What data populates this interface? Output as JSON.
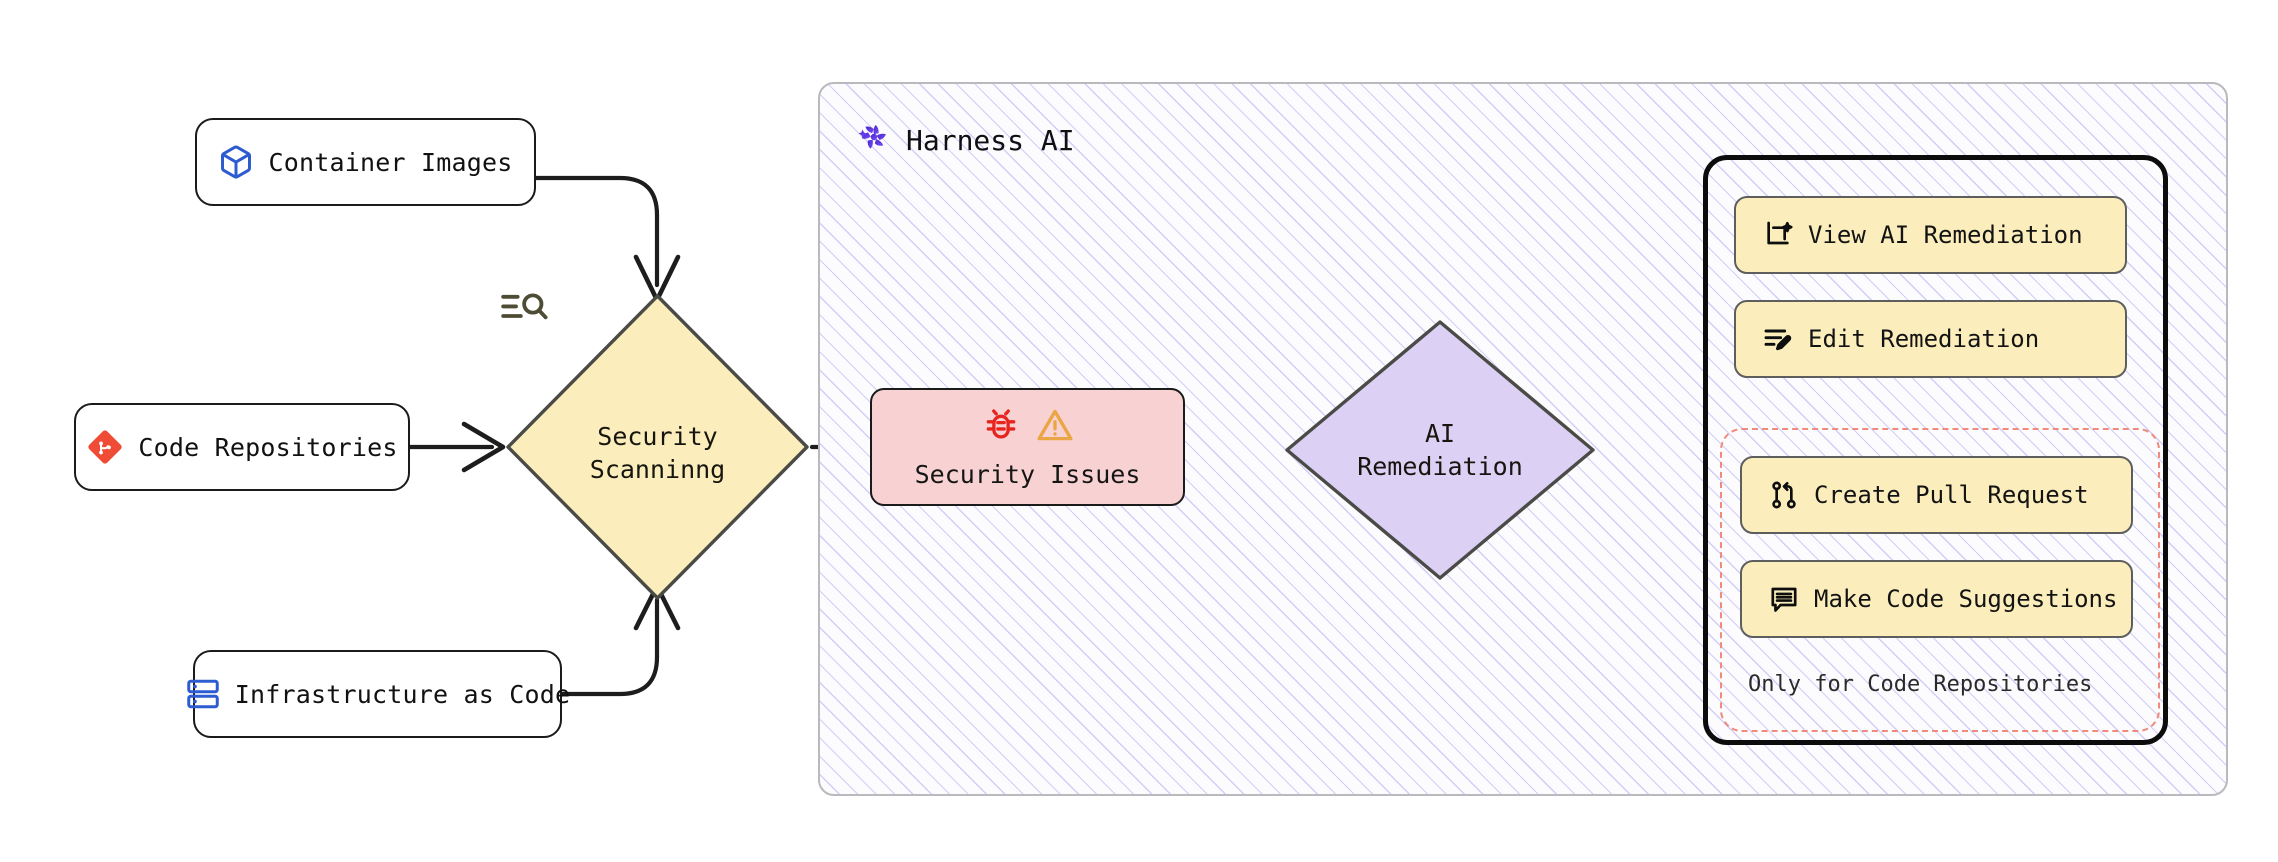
{
  "diagram": {
    "type": "flowchart",
    "title": "Harness AI security scanning and remediation flow",
    "colors": {
      "scan_fill": "#fbeebc",
      "issues_fill": "#f8d2d2",
      "ai_fill": "#ddd0f5",
      "button_fill": "#fbeebc",
      "dashed_border": "#ef8a7c",
      "panel_border": "#b9b9be",
      "hatch": "#8c82eb",
      "brand_purple": "#5b2ee6",
      "git_orange": "#ef4b35",
      "blue_icon": "#2d5bd0",
      "bug_red": "#e8241f",
      "warning_orange": "#eaa544"
    }
  },
  "sources": [
    {
      "label": "Container Images",
      "icon": "cube-icon"
    },
    {
      "label": "Code Repositories",
      "icon": "git-repository-icon"
    },
    {
      "label": "Infrastructure as Code",
      "icon": "server-icon"
    }
  ],
  "scan_node": {
    "line1": "Security",
    "line2": "Scanninng",
    "icon": "scan-search-icon",
    "shape": "diamond"
  },
  "issues_node": {
    "label": "Security Issues",
    "icons": [
      "bug-icon",
      "warning-triangle-icon"
    ],
    "shape": "rounded-rect"
  },
  "ai_node": {
    "line1": "AI",
    "line2": "Remediation",
    "shape": "diamond"
  },
  "harness_panel": {
    "title": "Harness AI",
    "logo": "harness-pinwheel-icon"
  },
  "actions": [
    {
      "label": "View AI Remediation",
      "icon": "preview-sparkle-icon",
      "restricted": false
    },
    {
      "label": "Edit Remediation",
      "icon": "edit-lines-pencil-icon",
      "restricted": false
    },
    {
      "label": "Create Pull Request",
      "icon": "pull-request-icon",
      "restricted": true
    },
    {
      "label": "Make Code Suggestions",
      "icon": "comment-lines-icon",
      "restricted": true
    }
  ],
  "restricted_note": "Only for Code Repositories",
  "edges": [
    {
      "from": "Container Images",
      "to": "Security Scanninng",
      "arrow": "open"
    },
    {
      "from": "Code Repositories",
      "to": "Security Scanninng",
      "arrow": "open"
    },
    {
      "from": "Infrastructure as Code",
      "to": "Security Scanninng",
      "arrow": "open"
    },
    {
      "from": "Security Scanninng",
      "to": "Security Issues",
      "arrow": "open"
    },
    {
      "from": "Security Issues",
      "to": "AI Remediation",
      "arrow": "open"
    },
    {
      "from": "AI Remediation",
      "to": "Remediation Actions",
      "arrow": "open"
    }
  ]
}
